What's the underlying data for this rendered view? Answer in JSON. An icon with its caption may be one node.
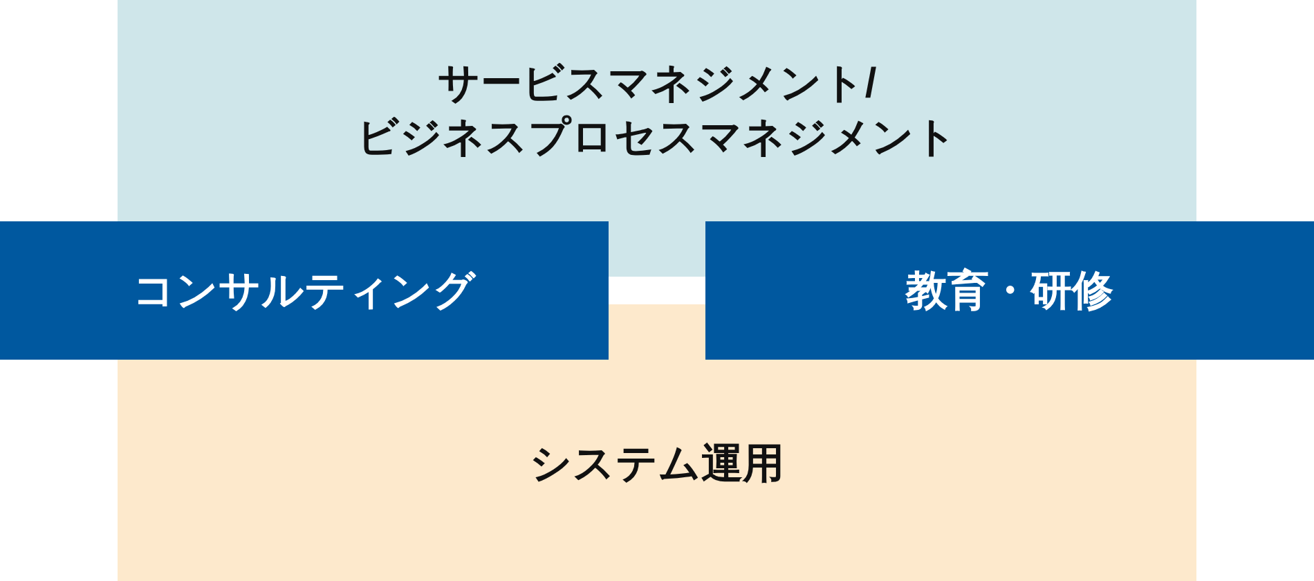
{
  "diagram": {
    "nodes": [
      {
        "text": [
          "サービスマネジメント/ビジネスプロセスマネジメント"
        ]
      },
      {
        "text": [
          "コンサルティング"
        ]
      },
      {
        "text": [
          "教育・研修"
        ]
      },
      {
        "text": [
          "システム運用"
        ]
      }
    ]
  }
}
